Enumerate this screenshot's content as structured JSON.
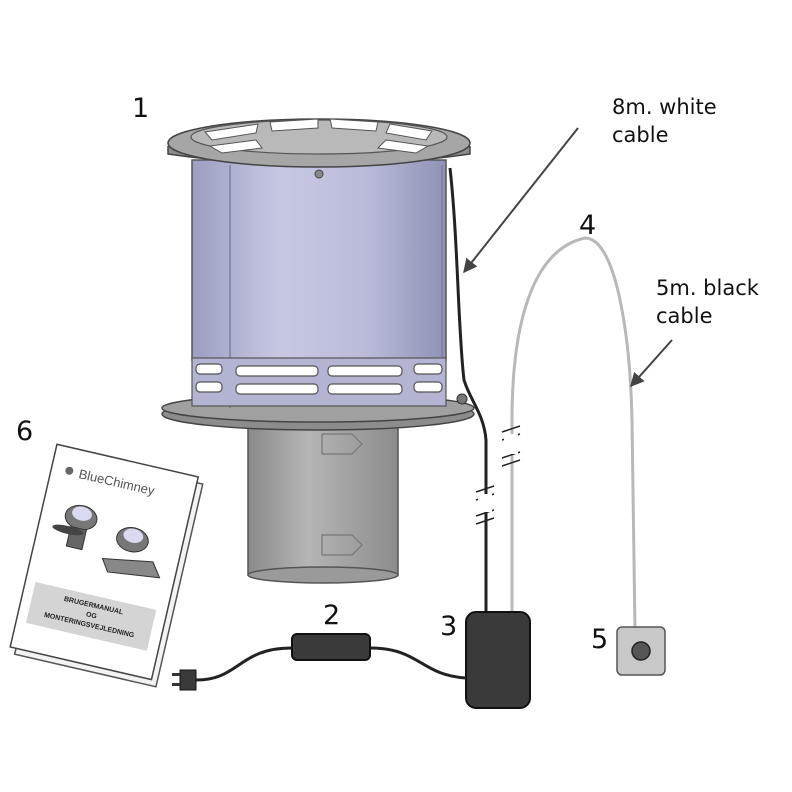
{
  "callouts": {
    "n1": "1",
    "n2": "2",
    "n3": "3",
    "n4": "4",
    "n5": "5",
    "n6": "6"
  },
  "labels": {
    "white_cable_line1": "8m. white",
    "white_cable_line2": "cable",
    "black_cable_line1": "5m. black",
    "black_cable_line2": "cable"
  },
  "manual": {
    "brand": "BlueChimney",
    "title_line1": "BRUGERMANUAL",
    "title_line2": "OG",
    "title_line3": "MONTERINGSVEJLEDNING"
  },
  "colors": {
    "cylinder": "#b4b6d4",
    "cylinder_dark": "#8a8cb0",
    "metal_grey": "#8e8e8e",
    "pipe_grey": "#a3a3a3",
    "adapter": "#3a3a3a",
    "white_cable": "#b8b8b8",
    "arrow": "#444444"
  }
}
